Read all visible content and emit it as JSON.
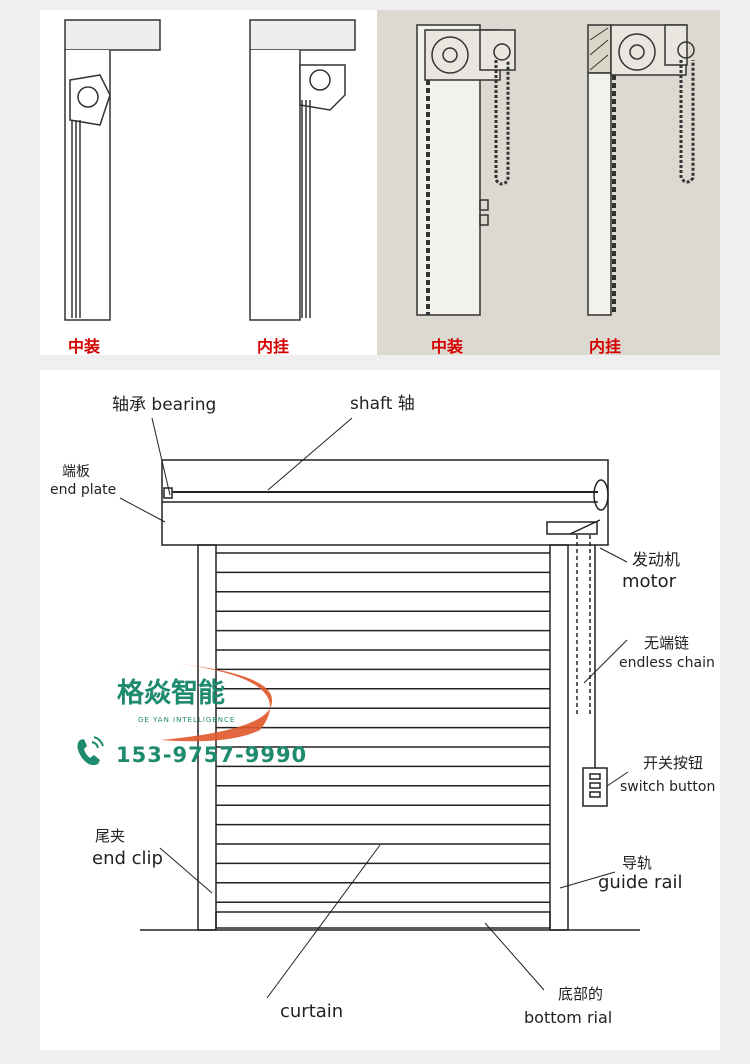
{
  "top_panel": {
    "captions": [
      "中装",
      "内挂",
      "中装",
      "内挂"
    ]
  },
  "diagram": {
    "labels": {
      "bearing": "轴承 bearing",
      "shaft": "shaft 轴",
      "end_plate_cn": "端板",
      "end_plate_en": "end plate",
      "motor_cn": "发动机",
      "motor_en": "motor",
      "chain_cn": "无端链",
      "chain_en": "endless chain",
      "switch_cn": "开关按钮",
      "switch_en": "switch button",
      "end_clip_cn": "尾夹",
      "end_clip_en": "end clip",
      "guide_rail_cn": "导轨",
      "guide_rail_en": "guide rail",
      "curtain": "curtain",
      "bottom_rail_cn": "底部的",
      "bottom_rail_en": "bottom rial"
    }
  },
  "watermark": {
    "brand_cn": "格焱智能",
    "brand_en": "GE YAN INTELLIGENCE",
    "phone": "153-9757-9990",
    "colors": {
      "green": "#1e8a6e",
      "orange": "#e0562a"
    }
  }
}
